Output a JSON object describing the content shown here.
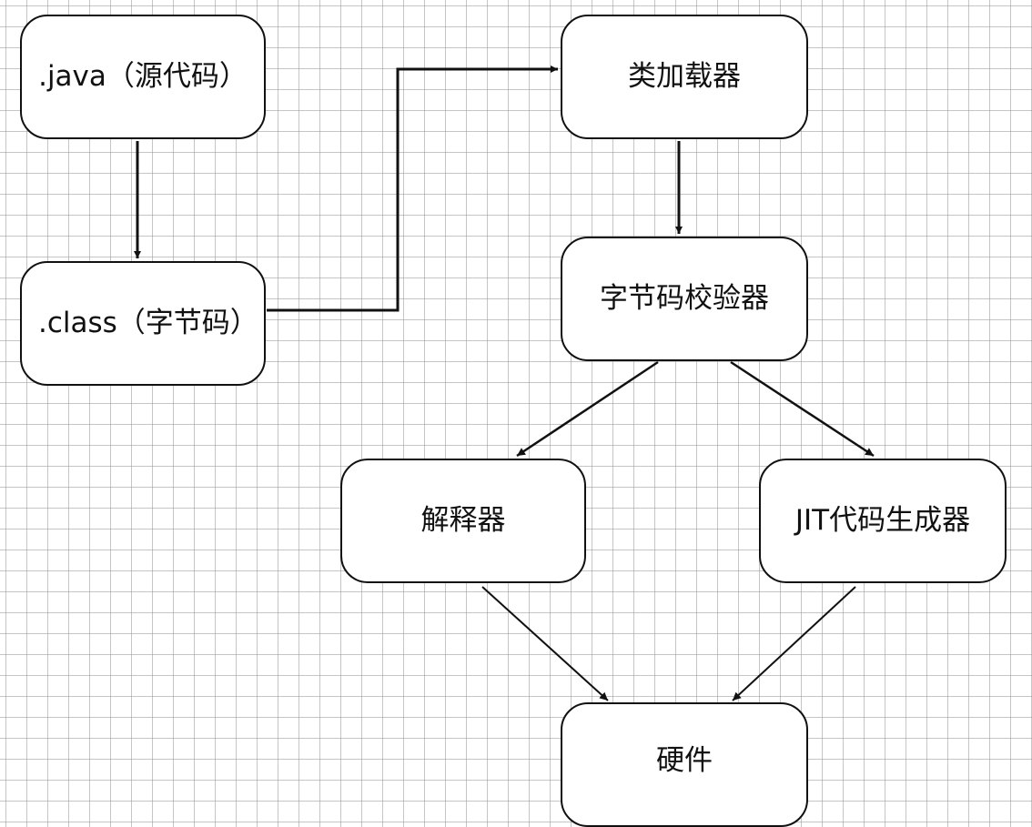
{
  "diagram": {
    "nodes": {
      "java_source": ".java（源代码）",
      "class_bytecode": ".class（字节码）",
      "class_loader": "类加载器",
      "bytecode_verifier": "字节码校验器",
      "interpreter": "解释器",
      "jit_generator": "JIT代码生成器",
      "hardware": "硬件"
    },
    "edges": [
      {
        "from": "java_source",
        "to": "class_bytecode"
      },
      {
        "from": "class_bytecode",
        "to": "class_loader"
      },
      {
        "from": "class_loader",
        "to": "bytecode_verifier"
      },
      {
        "from": "bytecode_verifier",
        "to": "interpreter"
      },
      {
        "from": "bytecode_verifier",
        "to": "jit_generator"
      },
      {
        "from": "interpreter",
        "to": "hardware"
      },
      {
        "from": "jit_generator",
        "to": "hardware"
      }
    ]
  }
}
